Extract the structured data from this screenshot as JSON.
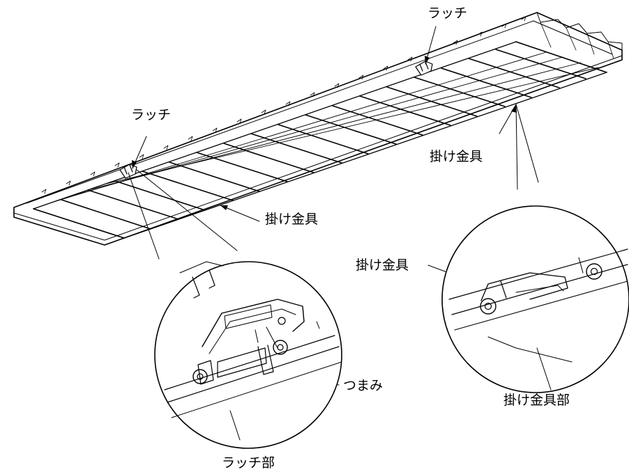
{
  "labels": {
    "latch_top": "ラッチ",
    "latch_left": "ラッチ",
    "hook_right": "掛け金具",
    "hook_center": "掛け金具",
    "hook_detail": "掛け金具",
    "knob": "つまみ",
    "latch_section": "ラッチ部",
    "hook_section": "掛け金具部"
  }
}
